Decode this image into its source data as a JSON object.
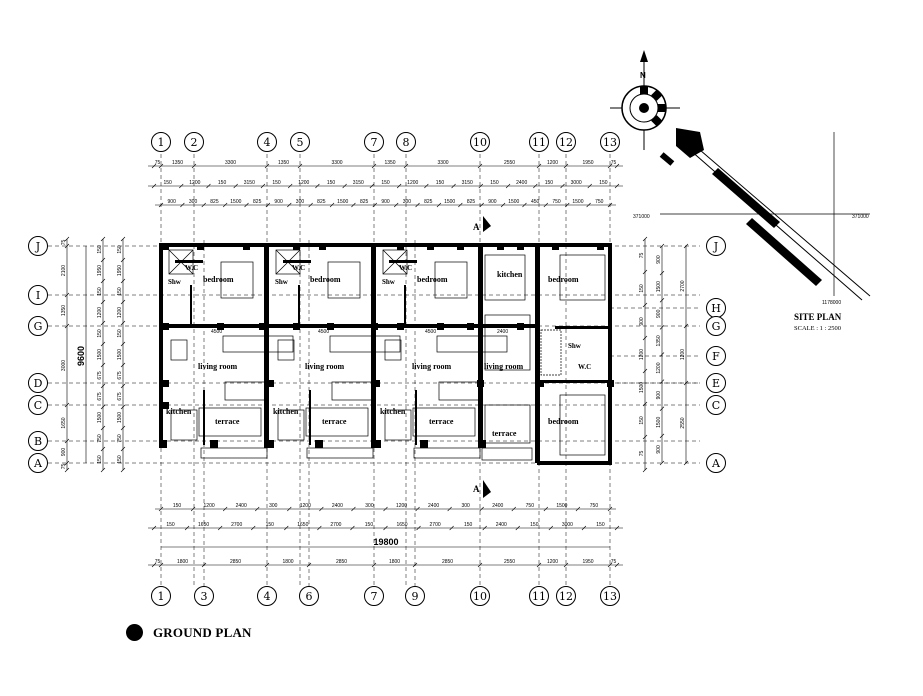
{
  "title": "GROUND PLAN",
  "site_plan": {
    "title": "SITE PLAN",
    "scale": "SCALE : 1 : 2500",
    "coord_x_left": "371000",
    "coord_x_right": "371000",
    "coord_y": "1178000",
    "north": "N"
  },
  "grid_columns": {
    "top": [
      "1",
      "2",
      "4",
      "5",
      "7",
      "8",
      "10",
      "11",
      "12",
      "13"
    ],
    "bottom": [
      "1",
      "3",
      "4",
      "6",
      "7",
      "9",
      "10",
      "11",
      "12",
      "13"
    ]
  },
  "grid_rows": {
    "left": [
      "J",
      "I",
      "G",
      "D",
      "C",
      "B",
      "A"
    ],
    "right": [
      "J",
      "H",
      "G",
      "F",
      "E",
      "C",
      "A"
    ]
  },
  "dimensions": {
    "top_row1": [
      "75",
      "1350",
      "3300",
      "1350",
      "3300",
      "1350",
      "3300",
      "2550",
      "1200",
      "1950",
      "75"
    ],
    "top_row2": [
      "150",
      "1200",
      "150",
      "3150",
      "150",
      "1200",
      "150",
      "3150",
      "150",
      "1200",
      "150",
      "3150",
      "150",
      "2400",
      "150",
      "3000",
      "150"
    ],
    "top_row3": [
      "900",
      "300",
      "825",
      "1500",
      "825",
      "900",
      "300",
      "825",
      "1500",
      "825",
      "900",
      "300",
      "825",
      "1500",
      "825",
      "900",
      "1500",
      "450",
      "750",
      "1500",
      "750"
    ],
    "bottom_row1": [
      "150",
      "1200",
      "2400",
      "300",
      "1200",
      "2400",
      "300",
      "1200",
      "2400",
      "300",
      "2400",
      "750",
      "1500",
      "750"
    ],
    "bottom_row2": [
      "150",
      "1650",
      "2700",
      "150",
      "1650",
      "2700",
      "150",
      "1650",
      "2700",
      "150",
      "2400",
      "150",
      "3000",
      "150"
    ],
    "overall": "19800",
    "bottom_row3": [
      "75",
      "1800",
      "2850",
      "1800",
      "2850",
      "1800",
      "2850",
      "2550",
      "1200",
      "1950",
      "75"
    ],
    "left_overall": "9600",
    "left_a": [
      "75",
      "2100",
      "1350",
      "3000",
      "1650",
      "900",
      "75"
    ],
    "left_b": [
      "150",
      "1950",
      "150",
      "1200",
      "150",
      "1500",
      "675",
      "675",
      "1500",
      "750",
      "150"
    ],
    "right_a": [
      "2700",
      "1200",
      "2550"
    ],
    "right_b": [
      "900",
      "1500",
      "900",
      "1350",
      "1200",
      "900",
      "1500",
      "900"
    ],
    "right_c": [
      "75",
      "150",
      "900",
      "1200",
      "1500",
      "150",
      "75"
    ]
  },
  "rooms": {
    "wc": "W.C",
    "shw": "Shw",
    "bedroom": "bedroom",
    "living_room": "living room",
    "kitchen": "kitchen",
    "terrace": "terrace",
    "dims_4500": "4500",
    "dim_2400": "2400"
  },
  "section_mark": "A"
}
